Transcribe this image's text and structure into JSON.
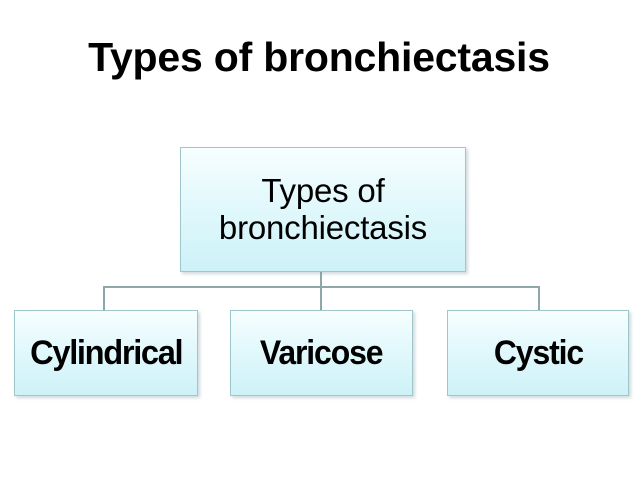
{
  "slide": {
    "title": "Types of bronchiectasis",
    "background_color": "#ffffff",
    "text_color": "#000000"
  },
  "diagram": {
    "type": "hierarchy",
    "connector_color": "#8fa7a8",
    "box_border_color": "#9fc6cb",
    "box_fill_top_color": "#f7feff",
    "box_fill_bottom_color": "#cdf2f8",
    "root": {
      "label": "Types of\nbronchiectasis"
    },
    "children": [
      {
        "label": "Cylindrical"
      },
      {
        "label": "Varicose"
      },
      {
        "label": "Cystic"
      }
    ]
  }
}
